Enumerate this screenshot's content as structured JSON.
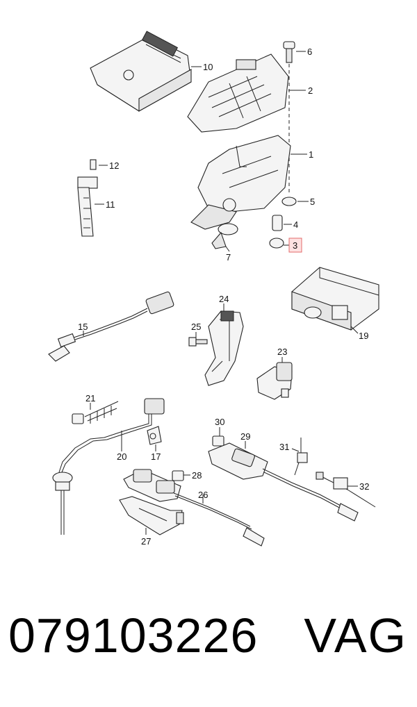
{
  "diagram": {
    "callouts": [
      "1",
      "2",
      "3",
      "4",
      "5",
      "6",
      "7",
      "10",
      "11",
      "12",
      "15",
      "17",
      "19",
      "20",
      "21",
      "23",
      "24",
      "25",
      "26",
      "27",
      "28",
      "29",
      "30",
      "31",
      "32"
    ],
    "highlighted_callout": "3",
    "highlight_color": "#e36b6b"
  },
  "footer": {
    "part_number": "079103226",
    "brand": "VAG"
  }
}
